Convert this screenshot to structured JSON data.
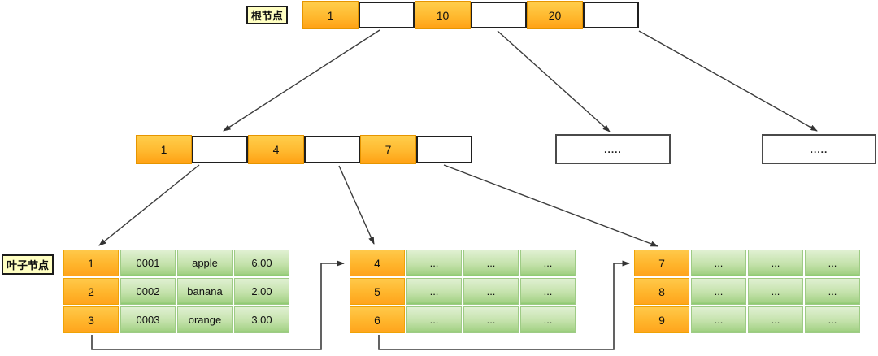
{
  "labels": {
    "root": "根节点",
    "leaf": "叶子节点"
  },
  "root_node": {
    "cells": [
      "1",
      "",
      "10",
      "",
      "20",
      ""
    ]
  },
  "internal_node": {
    "cells": [
      "1",
      "",
      "4",
      "",
      "7",
      ""
    ]
  },
  "collapsed_nodes": {
    "left": ".....",
    "right": "....."
  },
  "leaf_tables": [
    {
      "rows": [
        [
          "1",
          "0001",
          "apple",
          "6.00"
        ],
        [
          "2",
          "0002",
          "banana",
          "2.00"
        ],
        [
          "3",
          "0003",
          "orange",
          "3.00"
        ]
      ]
    },
    {
      "rows": [
        [
          "4",
          "...",
          "...",
          "..."
        ],
        [
          "5",
          "...",
          "...",
          "..."
        ],
        [
          "6",
          "...",
          "...",
          "..."
        ]
      ]
    },
    {
      "rows": [
        [
          "7",
          "...",
          "...",
          "..."
        ],
        [
          "8",
          "...",
          "...",
          "..."
        ],
        [
          "9",
          "...",
          "...",
          "..."
        ]
      ]
    }
  ],
  "colors": {
    "key_gradient_top": "#ffce4c",
    "key_gradient_bottom": "#ffa114",
    "leaf_value_top": "#e0f0d2",
    "leaf_value_bottom": "#8cc970",
    "label_background": "#ffffc2",
    "edge": "#3c3c3c"
  }
}
